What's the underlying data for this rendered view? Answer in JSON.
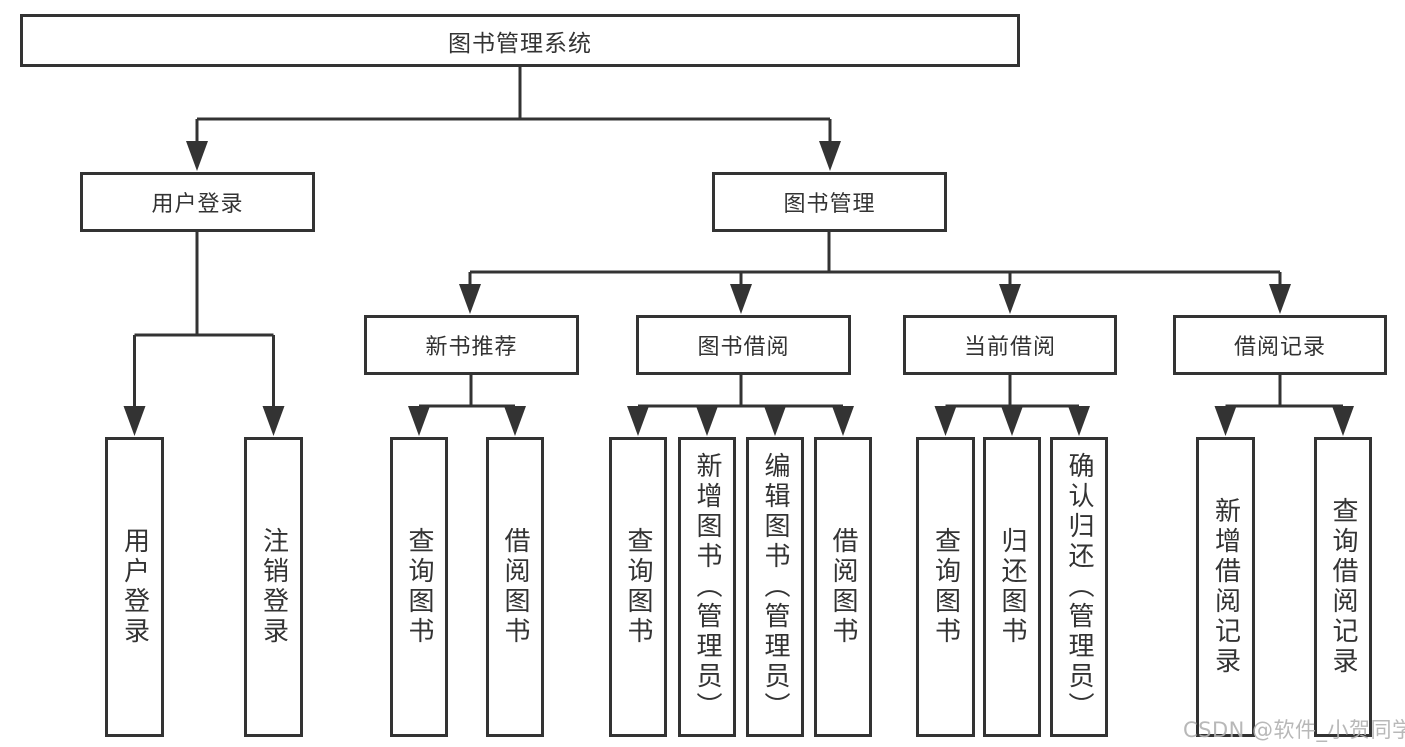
{
  "tree": {
    "label": "图书管理系统",
    "children": [
      {
        "label": "用户登录",
        "children": [
          {
            "label": "用户登录"
          },
          {
            "label": "注销登录"
          }
        ]
      },
      {
        "label": "图书管理",
        "children": [
          {
            "label": "新书推荐",
            "children": [
              {
                "label": "查询图书"
              },
              {
                "label": "借阅图书"
              }
            ]
          },
          {
            "label": "图书借阅",
            "children": [
              {
                "label": "查询图书"
              },
              {
                "label": "新增图书（管理员）"
              },
              {
                "label": "编辑图书（管理员）"
              },
              {
                "label": "借阅图书"
              }
            ]
          },
          {
            "label": "当前借阅",
            "children": [
              {
                "label": "查询图书"
              },
              {
                "label": "归还图书"
              },
              {
                "label": "确认归还（管理员）"
              }
            ]
          },
          {
            "label": "借阅记录",
            "children": [
              {
                "label": "新增借阅记录"
              },
              {
                "label": "查询借阅记录"
              }
            ]
          }
        ]
      }
    ]
  },
  "watermark": {
    "text": "CSDN @软件_小贺同学",
    "color": "#b2b2b2"
  },
  "colors": {
    "line": "#333333",
    "text": "#333333",
    "box_background": "#ffffff",
    "page_background": "#ffffff"
  }
}
